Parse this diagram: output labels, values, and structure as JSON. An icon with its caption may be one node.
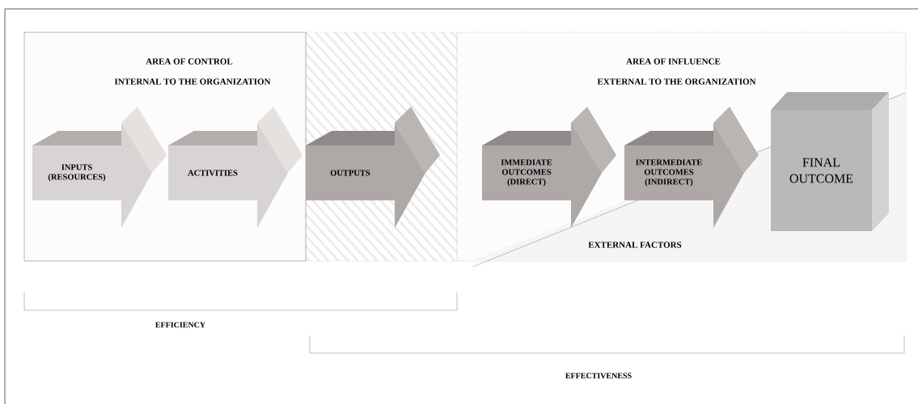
{
  "diagram": {
    "nodes": [
      {
        "text": [
          "AREA OF CONTROL",
          "INTERNAL TO THE ORGANIZATION"
        ]
      },
      {
        "text": [
          "INPUTS (RESOURCES)"
        ],
        "in": 0
      },
      {
        "text": [
          "ACTIVITIES"
        ],
        "in": 0
      },
      {
        "text": [
          "OUTPUTS"
        ]
      },
      {
        "text": [
          "AREA OF INFLUENCE",
          "EXTERNAL TO THE ORGANIZATION"
        ]
      },
      {
        "text": [
          "IMMEDIATE OUTCOMES (DIRECT)"
        ],
        "in": 4
      },
      {
        "text": [
          "INTERMEDIATE OUTCOMES (INDIRECT)"
        ],
        "in": 4
      },
      {
        "text": [
          "FINAL OUTCOME"
        ],
        "in": 4
      }
    ],
    "edges": [],
    "labels": [
      "EXTERNAL FACTORS",
      "EFFICIENCY",
      "EFFECTIVENESS"
    ]
  }
}
